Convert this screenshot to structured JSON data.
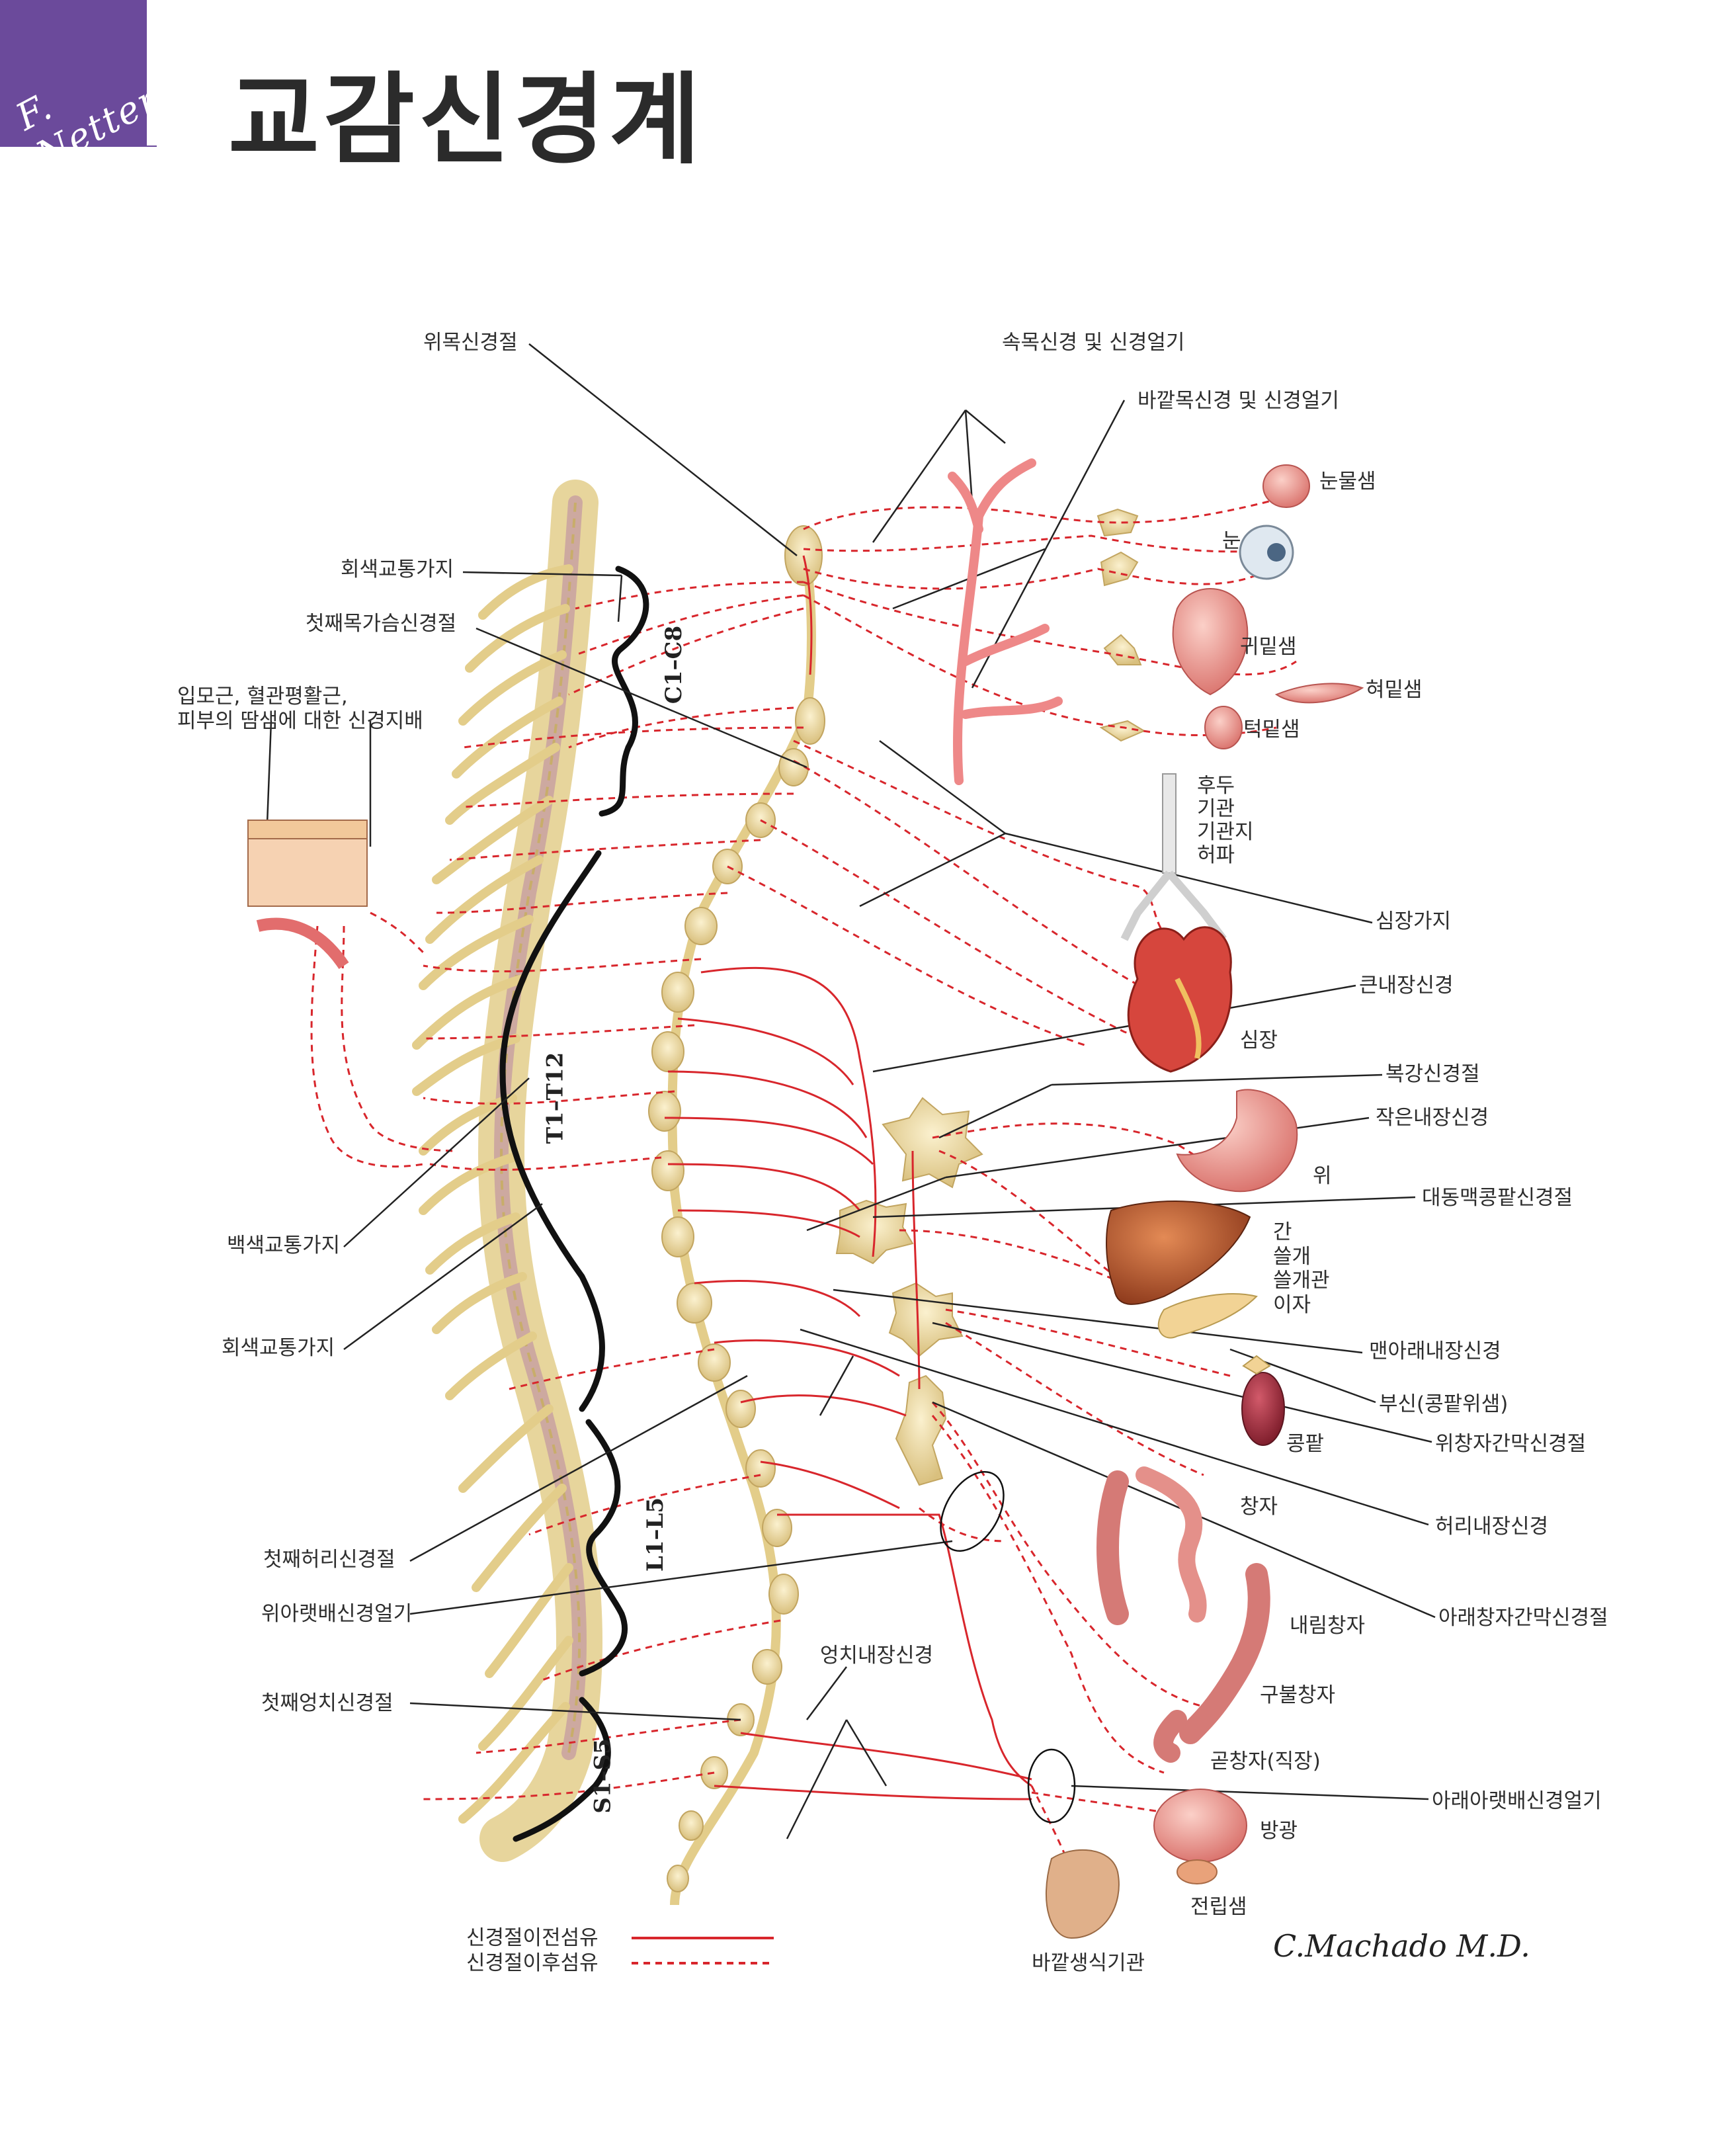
{
  "title": "교감신경계",
  "badge_color": "#6b4a9b",
  "signature": "F. Netter M.D.",
  "artist": "C.Machado M.D.",
  "segments": {
    "cervical": "C1–C8",
    "thoracic": "T1–T12",
    "lumbar": "L1–L5",
    "sacral": "S1–S5"
  },
  "labels": {
    "superior_cervical_ganglion": "위목신경절",
    "internal_carotid": "속목신경 및 신경얼기",
    "external_carotid": "바깥목신경 및 신경얼기",
    "lacrimal": "눈물샘",
    "eye": "눈",
    "parotid": "귀밑샘",
    "sublingual": "혀밑샘",
    "submandibular": "턱밑샘",
    "larynx": "후두",
    "trachea": "기관",
    "bronchi": "기관지",
    "lungs": "허파",
    "cardiac_branches": "심장가지",
    "greater_splanchnic": "큰내장신경",
    "heart": "심장",
    "celiac_ganglion": "복강신경절",
    "lesser_splanchnic": "작은내장신경",
    "stomach": "위",
    "aorticorenal": "대동맥콩팥신경절",
    "liver": "간",
    "gallbladder": "쓸개",
    "bile_ducts": "쓸개관",
    "pancreas": "이자",
    "least_splanchnic": "맨아래내장신경",
    "adrenal": "부신(콩팥위샘)",
    "kidney": "콩팥",
    "superior_mesenteric": "위창자간막신경절",
    "intestine": "창자",
    "lumbar_splanchnic": "허리내장신경",
    "inferior_mesenteric": "아래창자간막신경절",
    "descending_colon": "내림창자",
    "sigmoid_colon": "구불창자",
    "rectum": "곧창자(직장)",
    "inferior_hypogastric": "아래아랫배신경얼기",
    "bladder": "방광",
    "prostate": "전립샘",
    "external_genitalia": "바깥생식기관",
    "sacral_splanchnic": "엉치내장신경",
    "gray_ramus_top": "회색교통가지",
    "first_thoracic": "첫째목가슴신경절",
    "skin_innervation": "입모근, 혈관평활근,\n피부의 땀샘에 대한 신경지배",
    "white_ramus": "백색교통가지",
    "gray_ramus_mid": "회색교통가지",
    "first_lumbar": "첫째허리신경절",
    "superior_hypogastric": "위아랫배신경얼기",
    "first_sacral": "첫째엉치신경절"
  },
  "legend": {
    "preganglionic": "신경절이전섬유",
    "postganglionic": "신경절이후섬유"
  },
  "colors": {
    "nerve_red": "#d8262c",
    "spinal_tan": "#e9d9a6",
    "organ_pink": "#ef9a98",
    "leader": "#222222"
  }
}
